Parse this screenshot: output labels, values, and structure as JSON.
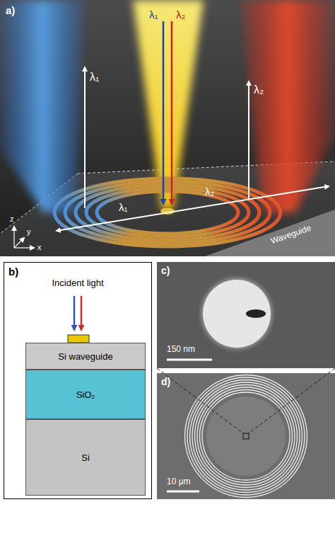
{
  "diagram": {
    "nodes": [
      {
        "text": [
          "b)",
          "Incident light"
        ]
      },
      {
        "text": [
          "Si waveguide"
        ],
        "in": 0
      },
      {
        "text": [
          "SiO₂"
        ],
        "in": 0
      },
      {
        "text": [
          "Si"
        ],
        "in": 0
      }
    ],
    "labels": [
      "a)",
      "λ₁",
      "λ₂",
      "λ₁",
      "λ₂",
      "λ₁",
      "λ₂",
      "z",
      "y",
      "x",
      "Waveguide",
      "c)",
      "150 nm",
      "d)",
      "10 μm"
    ]
  }
}
